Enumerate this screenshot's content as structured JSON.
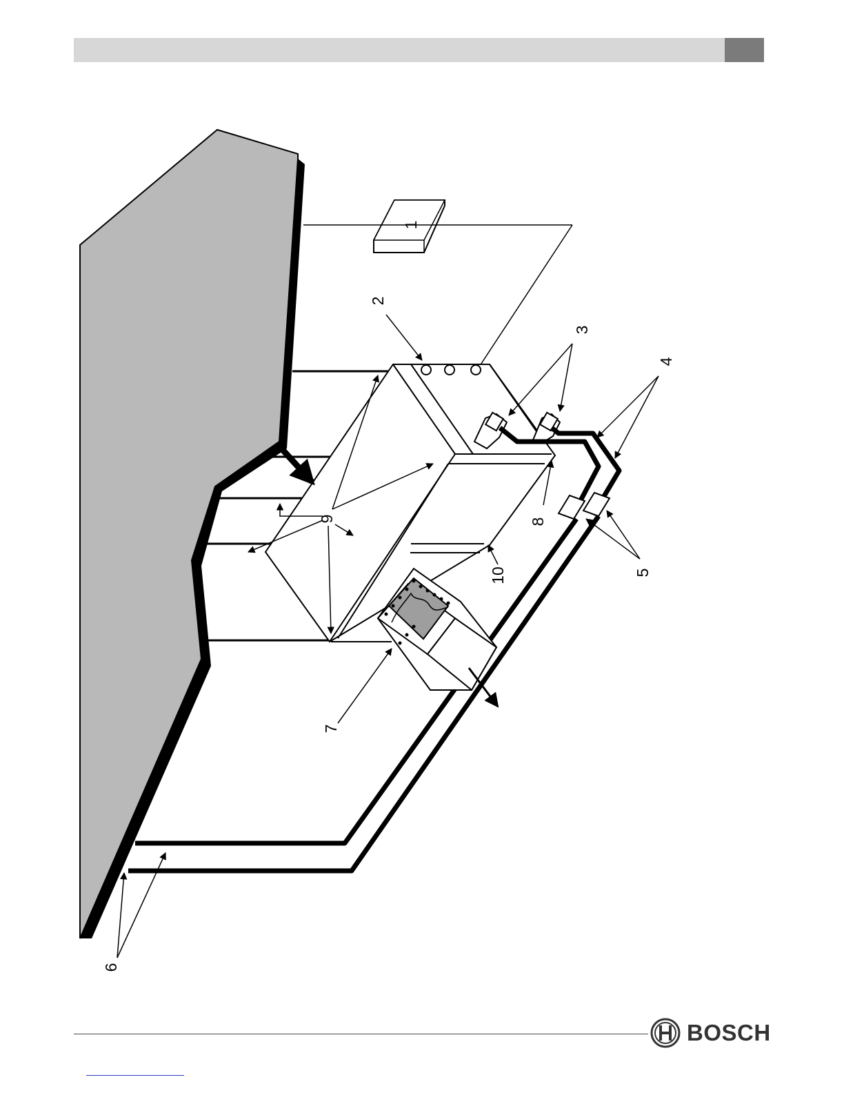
{
  "header": {
    "bar_color": "#d7d7d7",
    "block_color": "#7b7b7b"
  },
  "diagram": {
    "callouts": [
      {
        "id": "c1",
        "text": "1"
      },
      {
        "id": "c2",
        "text": "2"
      },
      {
        "id": "c3",
        "text": "3"
      },
      {
        "id": "c4",
        "text": "4"
      },
      {
        "id": "c5",
        "text": "5"
      },
      {
        "id": "c6",
        "text": "6"
      },
      {
        "id": "c7",
        "text": "7"
      },
      {
        "id": "c8",
        "text": "8"
      },
      {
        "id": "c9",
        "text": "9"
      },
      {
        "id": "c10",
        "text": "10"
      }
    ]
  },
  "footer": {
    "brand": "BOSCH",
    "logo_icon": "bosch-armature-icon"
  }
}
